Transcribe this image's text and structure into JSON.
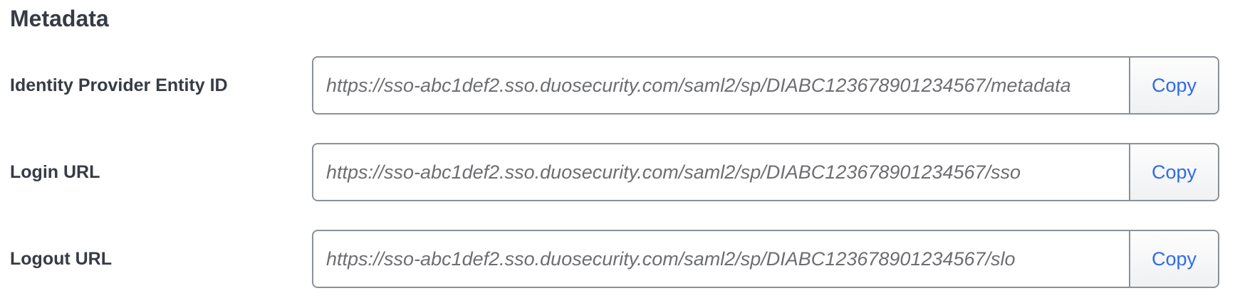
{
  "section": {
    "title": "Metadata"
  },
  "fields": [
    {
      "label": "Identity Provider Entity ID",
      "value": "https://sso-abc1def2.sso.duosecurity.com/saml2/sp/DIABC123678901234567/metadata",
      "copy_label": "Copy"
    },
    {
      "label": "Login URL",
      "value": "https://sso-abc1def2.sso.duosecurity.com/saml2/sp/DIABC123678901234567/sso",
      "copy_label": "Copy"
    },
    {
      "label": "Logout URL",
      "value": "https://sso-abc1def2.sso.duosecurity.com/saml2/sp/DIABC123678901234567/slo",
      "copy_label": "Copy"
    }
  ],
  "colors": {
    "accent_blue": "#2e6ce6",
    "border_gray": "#8b9197",
    "heading_text": "#363b44",
    "value_text": "#6d6e71"
  }
}
